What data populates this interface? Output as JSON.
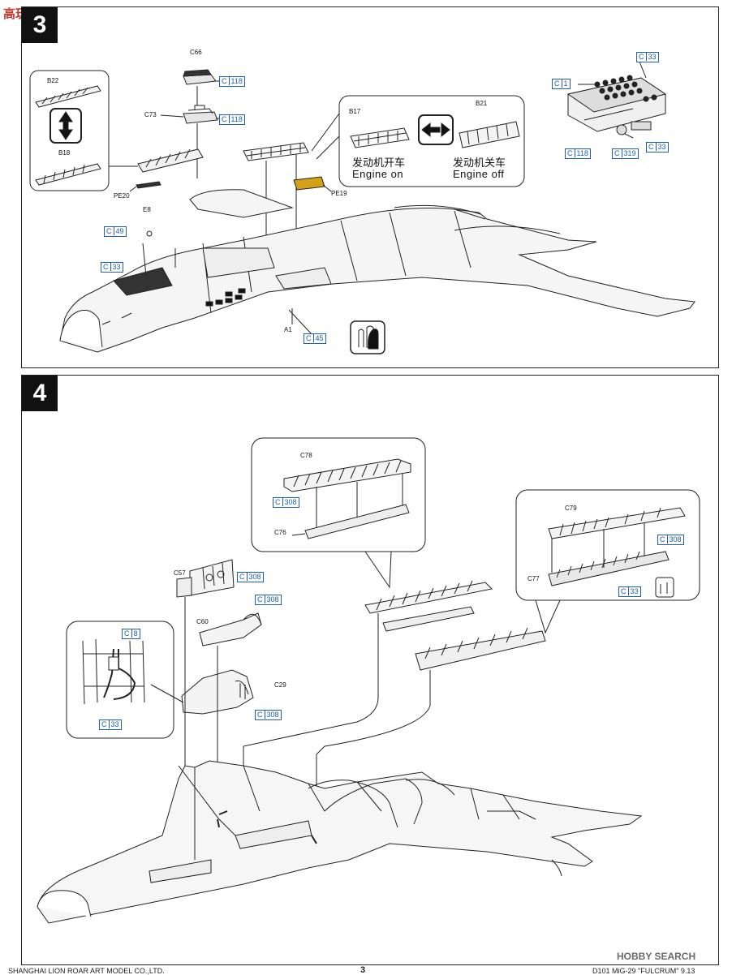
{
  "watermark_top": "高玩网",
  "step3": {
    "number": "3",
    "parts": {
      "c66": "C66",
      "c73": "C73",
      "b22": "B22",
      "b18": "B18",
      "pe20": "PE20",
      "e8": "E8",
      "a1": "A1",
      "b17": "B17",
      "b21": "B21",
      "pe19": "PE19"
    },
    "colors": {
      "c118a": "118",
      "c118b": "118",
      "c49": "49",
      "c33a": "33",
      "c45": "45",
      "c1": "1",
      "c33b": "33",
      "c118c": "118",
      "c319": "319",
      "c33c": "33"
    },
    "color_prefix": "C",
    "engine_on_cn": "发动机开车",
    "engine_on_en": "Engine on",
    "engine_off_cn": "发动机关车",
    "engine_off_en": "Engine off"
  },
  "step4": {
    "number": "4",
    "parts": {
      "c78": "C78",
      "c76": "C76",
      "c79": "C79",
      "c77": "C77",
      "c57": "C57",
      "c60": "C60",
      "c29": "C29"
    },
    "colors": {
      "c308a": "308",
      "c308b": "308",
      "c308c": "308",
      "c308d": "308",
      "c308e": "308",
      "c33a": "33",
      "c8": "8",
      "c33b": "33"
    },
    "color_prefix": "C"
  },
  "watermark_bottom": "HOBBY SEARCH",
  "footer": {
    "left": "SHANGHAI LION ROAR ART MODEL CO.,LTD.",
    "center": "3",
    "right": "D101 MiG-29 \"FULCRUM\" 9.13"
  },
  "colors": {
    "ink": "#111111",
    "callout_blue": "#1e5fb4",
    "panel_border": "#222222",
    "step_badge": "#111111"
  }
}
